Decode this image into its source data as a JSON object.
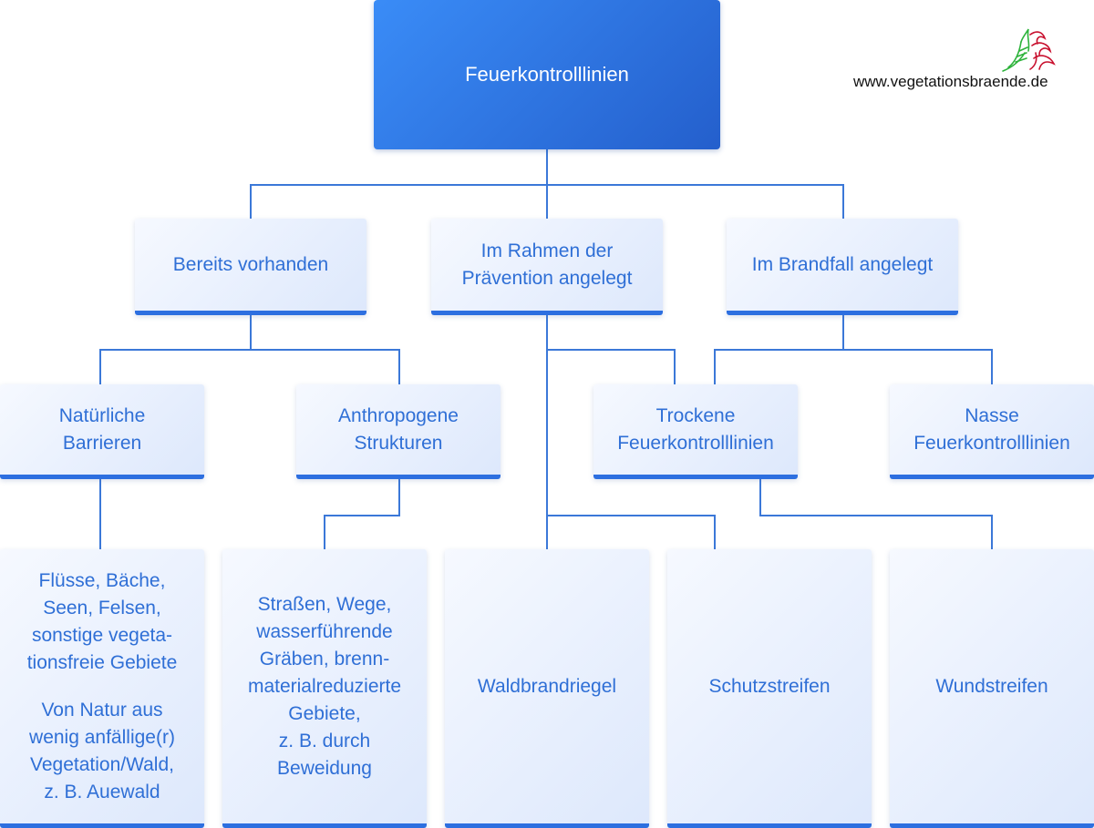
{
  "root": {
    "label": "Feuerkontrolllinien"
  },
  "logo": {
    "url_text": "www.vegetationsbraende.de"
  },
  "level1": {
    "existing": [
      "Bereits vorhanden"
    ],
    "prevention": [
      "Im Rahmen der",
      "Prävention angelegt"
    ],
    "firecase": [
      "Im Brandfall angelegt"
    ]
  },
  "level2": {
    "natural": [
      "Natürliche",
      "Barrieren"
    ],
    "anthropogenic": [
      "Anthropogene",
      "Strukturen"
    ],
    "dry": [
      "Trockene",
      "Feuerkontrolllinien"
    ],
    "wet": [
      "Nasse",
      "Feuerkontrolllinien"
    ]
  },
  "leaves": {
    "rivers": {
      "para1": [
        "Flüsse, Bäche,",
        "Seen, Felsen,",
        "sonstige vegeta-",
        "tionsfreie Gebiete"
      ],
      "para2": [
        "Von Natur aus",
        "wenig anfällige(r)",
        "Vegetation/Wald,",
        "z. B. Auewald"
      ]
    },
    "roads": [
      "Straßen, Wege,",
      "wasserführende",
      "Gräben, brenn-",
      "materialreduzierte",
      "Gebiete,",
      "z. B. durch",
      "Beweidung"
    ],
    "firebreak": [
      "Waldbrandriegel"
    ],
    "protective": [
      "Schutzstreifen"
    ],
    "wound": [
      "Wundstreifen"
    ]
  },
  "colors": {
    "accent": "#2d6fe0",
    "text": "#2f6fd6",
    "connector": "#3b78d8",
    "root_start": "#3a8cf7",
    "root_end": "#245fcc"
  }
}
